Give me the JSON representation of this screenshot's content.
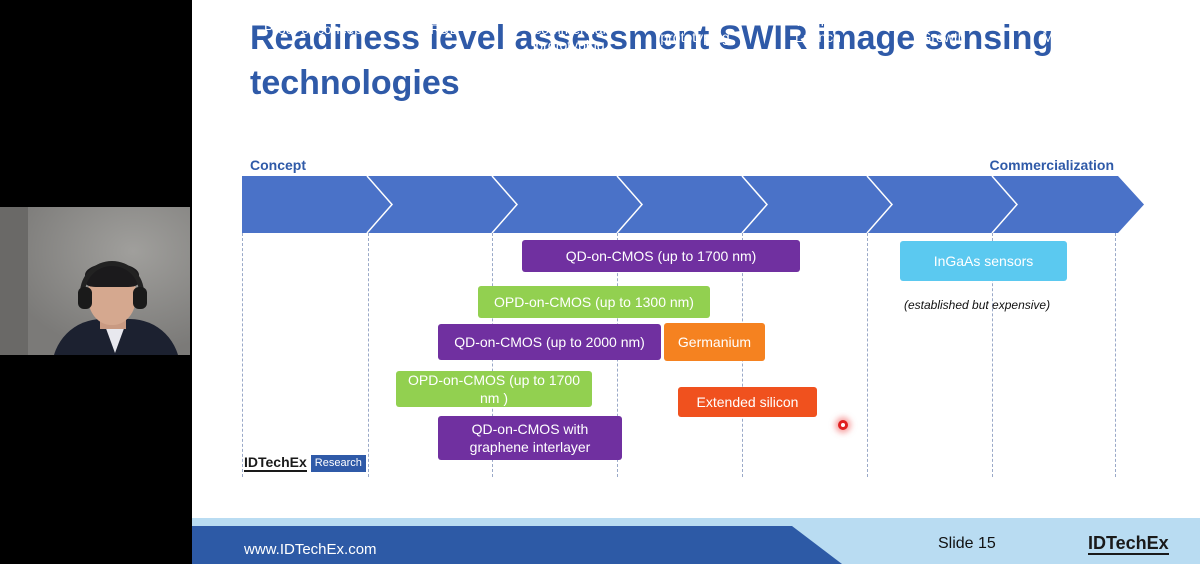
{
  "slide": {
    "title": "Readiness level assessment SWIR image sensing technologies",
    "stage_start_label": "Concept",
    "stage_end_label": "Commercialization",
    "stages": [
      "Proof of concept",
      "R&D",
      "Semi-\ncommercial\nprototyping",
      "Advanced\nprototyping",
      "Market\nLaunch",
      "Market\nGrowth",
      "Market\nMaturity"
    ],
    "technologies": {
      "qd_cmos_1700": "QD-on-CMOS (up to 1700 nm)",
      "ingaas": "InGaAs sensors",
      "ingaas_note": "(established but expensive)",
      "opd_cmos_1300": "OPD-on-CMOS (up to 1300 nm)",
      "qd_cmos_2000": "QD-on-CMOS (up to 2000 nm)",
      "germanium": "Germanium",
      "opd_cmos_1700": "OPD-on-CMOS (up to 1700\nnm )",
      "extended_silicon": "Extended silicon",
      "qd_cmos_graphene": "QD-on-CMOS with\ngraphene interlayer"
    },
    "logo_text": "IDTechEx",
    "logo_tag": "Research",
    "footer_url": "www.IDTechEx.com",
    "slide_number": "Slide 15",
    "footer_logo": "IDTechEx"
  },
  "colors": {
    "title": "#2f5aa8",
    "arrow_fill": "#4a72c8",
    "purple": "#7030a0",
    "green": "#92d050",
    "orange": "#f58220",
    "red": "#f0511e",
    "cyan": "#5bc9f0"
  }
}
